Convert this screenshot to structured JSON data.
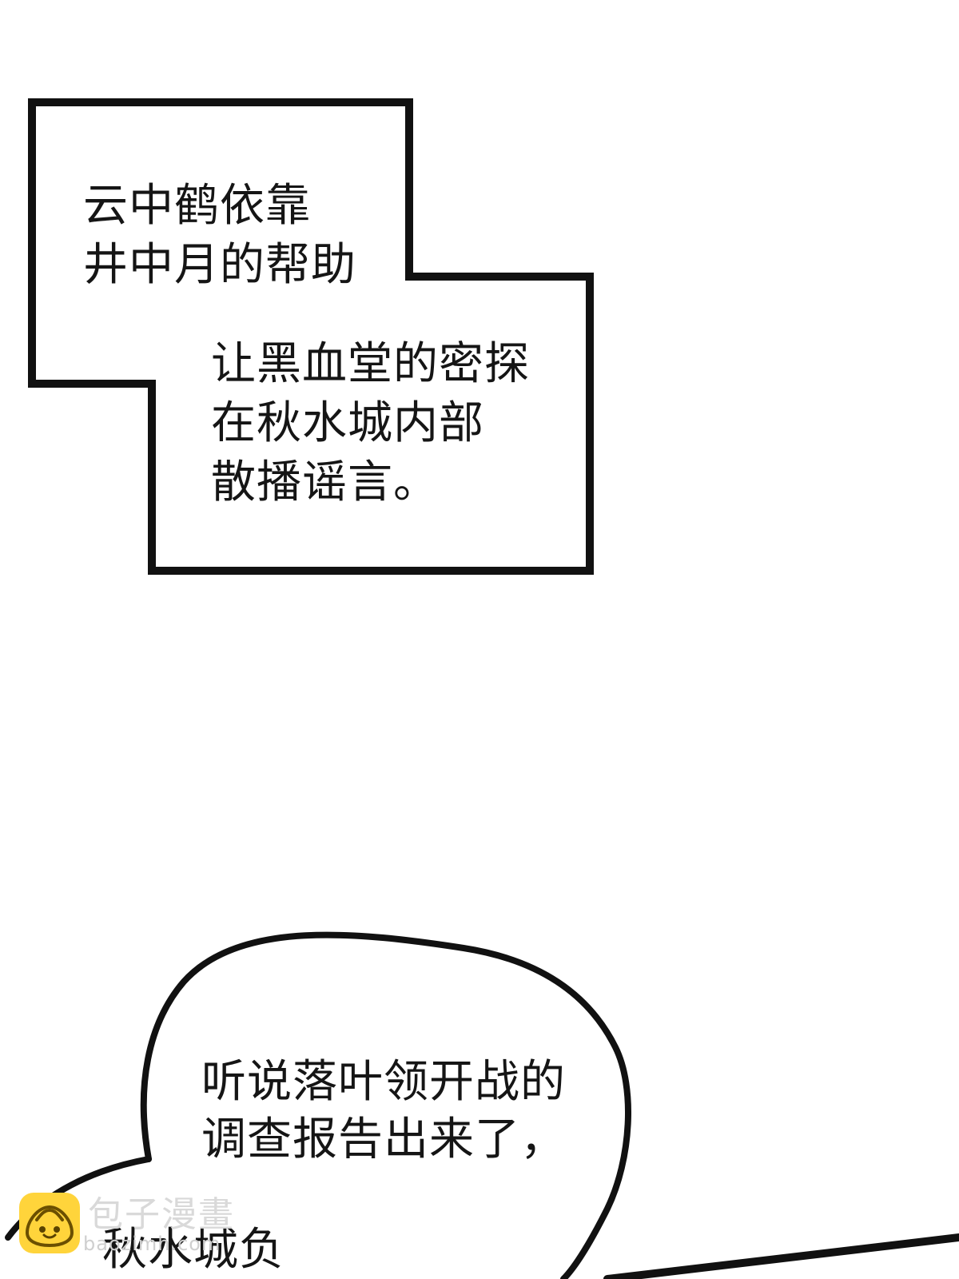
{
  "caption_box": {
    "lines": [
      "云中鹤依靠",
      "井中月的帮助",
      "让黑血堂的密探",
      "在秋水城内部",
      "散播谣言。"
    ]
  },
  "speech_bubble": {
    "lines": [
      "听说落叶领开战的",
      "调查报告出来了，",
      "秋水城负"
    ]
  },
  "watermark": {
    "title": "包子漫畫",
    "domain": "baozimh.com"
  },
  "colors": {
    "ink": "#111111",
    "paper": "#ffffff",
    "watermark_badge": "#ffd43b",
    "watermark_text": "#d9d9d9"
  },
  "icons": {
    "watermark_logo": "bun-mascot-icon"
  }
}
